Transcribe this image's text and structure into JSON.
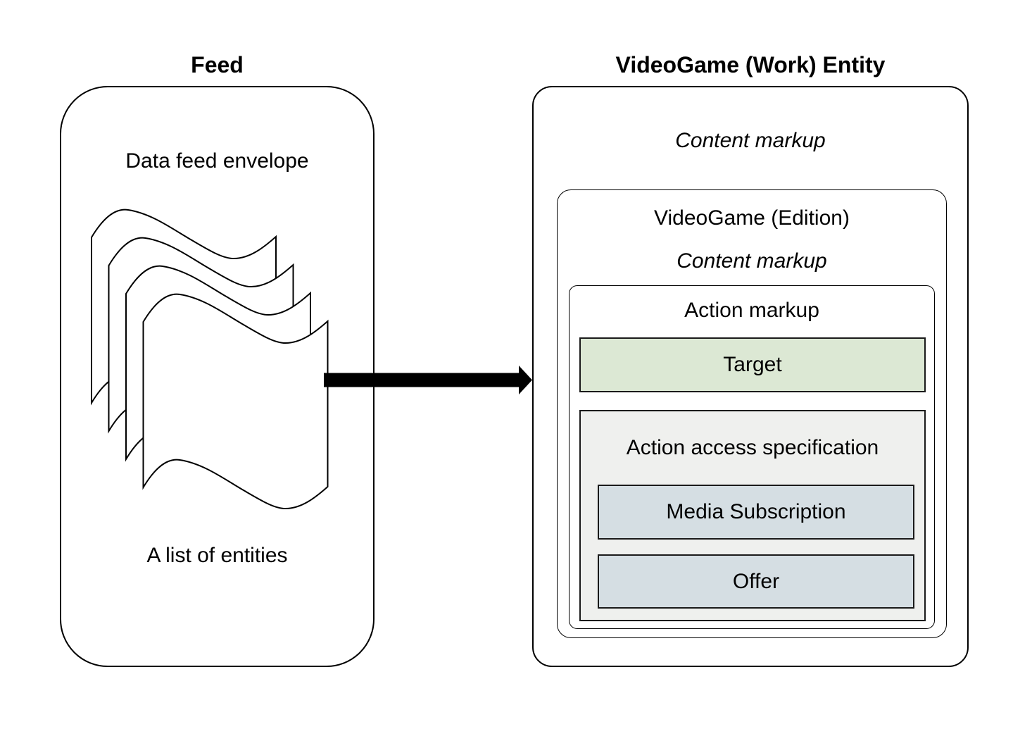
{
  "feed": {
    "title": "Feed",
    "envelope_label": "Data feed envelope",
    "entities_label": "A list of entities",
    "icons": {
      "document_stack": "document-stack-icon",
      "pages_count": 4
    }
  },
  "arrow": {
    "icon": "arrow-right-icon",
    "direction": "left-to-right"
  },
  "entity": {
    "title": "VideoGame (Work) Entity",
    "content_markup_label": "Content markup",
    "edition": {
      "title": "VideoGame (Edition)",
      "content_markup_label": "Content markup",
      "action": {
        "title": "Action markup",
        "target_label": "Target",
        "access": {
          "title": "Action access specification",
          "items": [
            "Media Subscription",
            "Offer"
          ]
        }
      }
    }
  },
  "colors": {
    "target_bg": "#dce8d4",
    "access_bg": "#eff0ee",
    "item_bg": "#d5dee3",
    "line": "#000000"
  }
}
